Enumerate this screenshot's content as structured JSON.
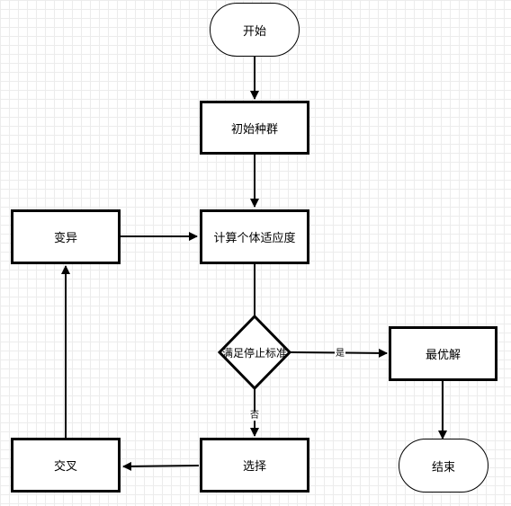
{
  "nodes": {
    "start": "开始",
    "init_population": "初始种群",
    "fitness": "计算个体适应度",
    "check_stop": "满足停止标准",
    "best_solution": "最优解",
    "end": "结束",
    "select": "选择",
    "crossover": "交叉",
    "mutation": "变异"
  },
  "edge_labels": {
    "yes": "是",
    "no": "否"
  }
}
